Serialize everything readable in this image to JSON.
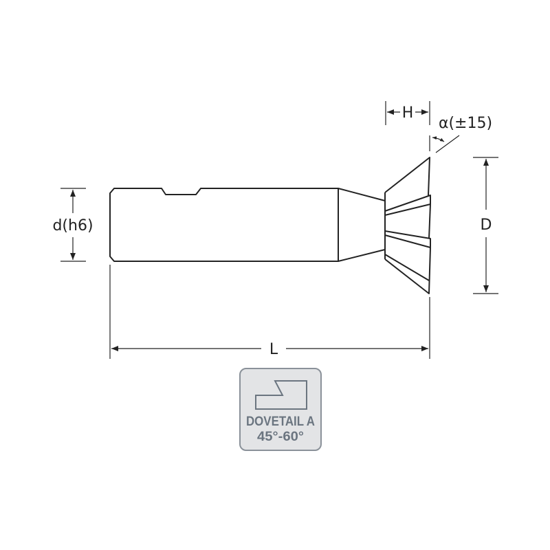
{
  "dimensions": {
    "shank_diameter": "d(h6)",
    "length": "L",
    "cutter_diameter": "D",
    "height": "H",
    "angle": "α(±15)"
  },
  "badge": {
    "line1": "DOVETAIL A",
    "line2": "45°-60°"
  },
  "colors": {
    "line": "#222222",
    "badge_fill": "#e3e4e6",
    "badge_stroke": "#8a9199",
    "badge_text": "#6b7580"
  }
}
